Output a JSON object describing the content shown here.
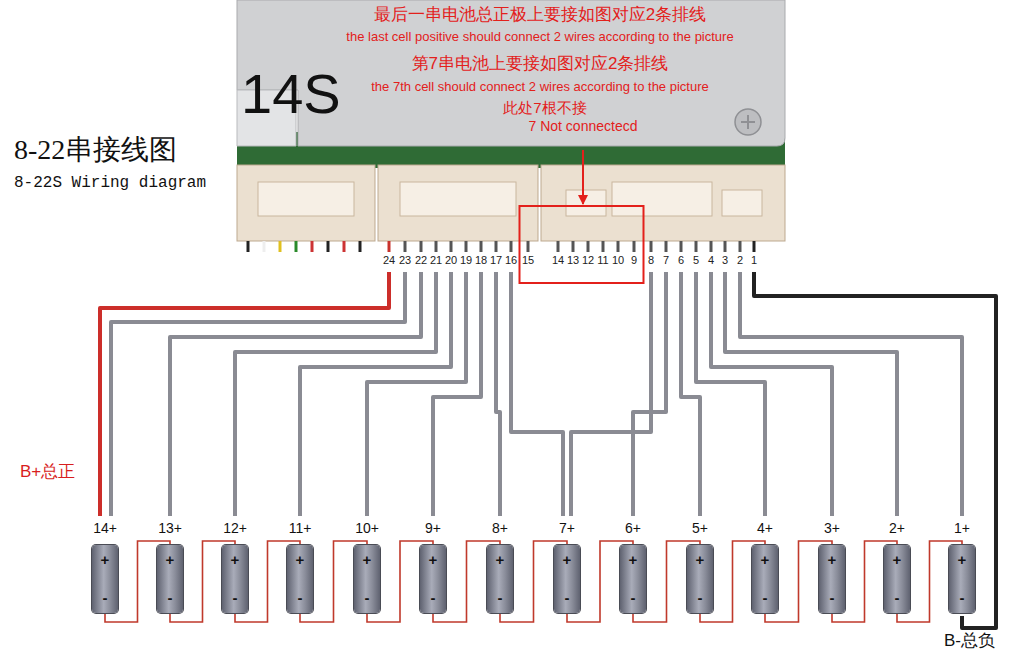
{
  "diagram": {
    "nodes": [
      {
        "text": [
          "最后一串电池总正极上要接如图对应2条排线",
          "the last cell positive should connect 2 wires according to the picture",
          "第7串电池上要接如图对应2条排线",
          "the 7th cell should connect 2 wires according to the picture",
          "此处7根不接",
          "7 Not connectecd",
          "14S"
        ]
      },
      {
        "text": [
          "14+",
          "+",
          "-"
        ]
      },
      {
        "text": [
          "13+",
          "+",
          "-"
        ]
      },
      {
        "text": [
          "12+",
          "+",
          "-"
        ]
      },
      {
        "text": [
          "11+",
          "+",
          "-"
        ]
      },
      {
        "text": [
          "10+",
          "+",
          "-"
        ]
      },
      {
        "text": [
          "9+",
          "+",
          "-"
        ]
      },
      {
        "text": [
          "8+",
          "+",
          "-"
        ]
      },
      {
        "text": [
          "7+",
          "+",
          "-"
        ]
      },
      {
        "text": [
          "6+",
          "+",
          "-"
        ]
      },
      {
        "text": [
          "5+",
          "+",
          "-"
        ]
      },
      {
        "text": [
          "4+",
          "+",
          "-"
        ]
      },
      {
        "text": [
          "3+",
          "+",
          "-"
        ]
      },
      {
        "text": [
          "2+",
          "+",
          "-"
        ]
      },
      {
        "text": [
          "1+",
          "+",
          "-"
        ]
      }
    ],
    "labels": [
      "8-22串接线图",
      "8-22S Wiring diagram",
      "24",
      "23",
      "22",
      "21",
      "20",
      "19",
      "18",
      "17",
      "16",
      "15",
      "14",
      "13",
      "12",
      "11",
      "10",
      "9",
      "8",
      "7",
      "6",
      "5",
      "4",
      "3",
      "2",
      "1",
      "B+总正",
      "B-总负"
    ]
  }
}
